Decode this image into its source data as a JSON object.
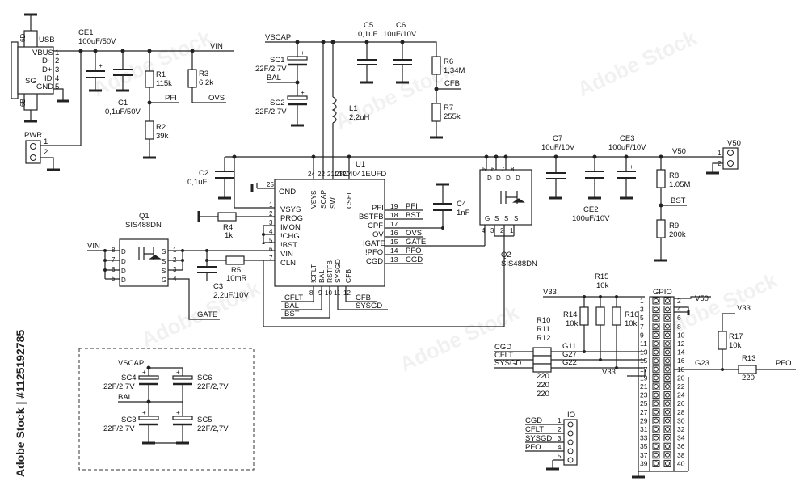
{
  "usb": {
    "ref": "USB",
    "p6d": "6D",
    "p6b": "6B",
    "sg1": "SG",
    "sg2": "SG",
    "pins": [
      "VBUS",
      "D-",
      "D+",
      "ID",
      "GND"
    ],
    "nums": [
      "1",
      "2",
      "3",
      "4",
      "5"
    ]
  },
  "ce1": {
    "ref": "CE1",
    "val": "100uF/50V"
  },
  "c1": {
    "ref": "C1",
    "val": "0,1uF/50V"
  },
  "r1": {
    "ref": "R1",
    "val": "115k"
  },
  "r2": {
    "ref": "R2",
    "val": "39k"
  },
  "r3": {
    "ref": "R3",
    "val": "6,2k"
  },
  "nets": {
    "vin": "VIN",
    "pfi": "PFI",
    "ovs": "OVS",
    "vscap": "VSCAP",
    "bal": "BAL",
    "cfb": "CFB",
    "v50": "V50",
    "bst": "BST",
    "gate": "GATE",
    "v33": "V33",
    "pfo": "PFO",
    "g23": "G23",
    "g11": "G11",
    "g27": "G27",
    "g22": "G22",
    "cgd": "CGD",
    "cflt": "CFLT",
    "sysgd": "SYSGD"
  },
  "pwr": {
    "ref": "PWR",
    "p1": "1",
    "p2": "2"
  },
  "sc1": {
    "ref": "SC1",
    "val": "22F/2,7V"
  },
  "sc2": {
    "ref": "SC2",
    "val": "22F/2,7V"
  },
  "c5": {
    "ref": "C5",
    "val": "0,1uF"
  },
  "c6": {
    "ref": "C6",
    "val": "10uF/10V"
  },
  "r6": {
    "ref": "R6",
    "val": "1,34M"
  },
  "r7": {
    "ref": "R7",
    "val": "255k"
  },
  "l1": {
    "ref": "L1",
    "val": "2,2uH"
  },
  "c2": {
    "ref": "C2",
    "val": "0,1uF"
  },
  "u1": {
    "ref": "U1",
    "part": "LTC4041EUFD",
    "left": [
      {
        "n": "25",
        "t": "GND"
      },
      {
        "n": "1",
        "t": "VSYS"
      },
      {
        "n": "2",
        "t": "PROG"
      },
      {
        "n": "3",
        "t": "IMON"
      },
      {
        "n": "4",
        "t": "!CHG"
      },
      {
        "n": "5",
        "t": "!BST"
      },
      {
        "n": "6",
        "t": "VIN"
      },
      {
        "n": "7",
        "t": "CLN"
      }
    ],
    "right": [
      {
        "n": "19",
        "t": "PFI"
      },
      {
        "n": "18",
        "t": "BSTFB"
      },
      {
        "n": "17",
        "t": "CPF"
      },
      {
        "n": "16",
        "t": "OV"
      },
      {
        "n": "15",
        "t": "IGATE"
      },
      {
        "n": "14",
        "t": "!PFO"
      },
      {
        "n": "13",
        "t": "CGD"
      }
    ],
    "top": [
      {
        "n": "24",
        "t": "VSYS"
      },
      {
        "n": "22",
        "t": "SCAP"
      },
      {
        "n": "21",
        "t": "SW"
      },
      {
        "n": "20",
        "t": "CSEL"
      }
    ],
    "bottom": [
      {
        "n": "8",
        "t": "!CFLT"
      },
      {
        "n": "9",
        "t": "BAL"
      },
      {
        "n": "10",
        "t": "RSTFB"
      },
      {
        "n": "11",
        "t": "SYSGD"
      },
      {
        "n": "12",
        "t": "CFB"
      }
    ],
    "topExtra": "23"
  },
  "c4": {
    "ref": "C4",
    "val": "1nF"
  },
  "r4": {
    "ref": "R4",
    "val": "1k"
  },
  "q1": {
    "ref": "Q1",
    "part": "SIS488DN"
  },
  "q2": {
    "ref": "Q2",
    "part": "SIS488DN"
  },
  "r5": {
    "ref": "R5",
    "val": "10mR"
  },
  "c3": {
    "ref": "C3",
    "val": "2,2uF/10V"
  },
  "c7": {
    "ref": "C7",
    "val": "10uF/10V"
  },
  "ce2": {
    "ref": "CE2",
    "val": "100uF/10V"
  },
  "ce3": {
    "ref": "CE3",
    "val": "100uF/10V"
  },
  "r8": {
    "ref": "R8",
    "val": "1.05M"
  },
  "r9": {
    "ref": "R9",
    "val": "200k"
  },
  "v50c": {
    "ref": "V50",
    "p1": "1",
    "p2": "2"
  },
  "sc3": {
    "ref": "SC3",
    "val": "22F/2,7V"
  },
  "sc4": {
    "ref": "SC4",
    "val": "22F/2,7V"
  },
  "sc5": {
    "ref": "SC5",
    "val": "22F/2,7V"
  },
  "sc6": {
    "ref": "SC6",
    "val": "22F/2,7V"
  },
  "r14": {
    "ref": "R14",
    "val": "10k"
  },
  "r15": {
    "ref": "R15",
    "val": "10k"
  },
  "r16": {
    "ref": "R16",
    "val": "10k"
  },
  "r10": {
    "ref": "R10",
    "val": "220"
  },
  "r11": {
    "ref": "R11",
    "val": "220"
  },
  "r12": {
    "ref": "R12",
    "val": "220"
  },
  "r17": {
    "ref": "R17",
    "val": "10k"
  },
  "r13": {
    "ref": "R13",
    "val": "220"
  },
  "gpio": {
    "ref": "GPIO"
  },
  "io": {
    "ref": "IO",
    "labels": [
      "CGD",
      "CFLT",
      "SYSGD",
      "PFO",
      ""
    ],
    "nums": [
      "1",
      "2",
      "3",
      "4",
      "5"
    ]
  },
  "watermark": {
    "side": "Adobe Stock | #112519278​5",
    "brand": "Adobe Stock"
  }
}
